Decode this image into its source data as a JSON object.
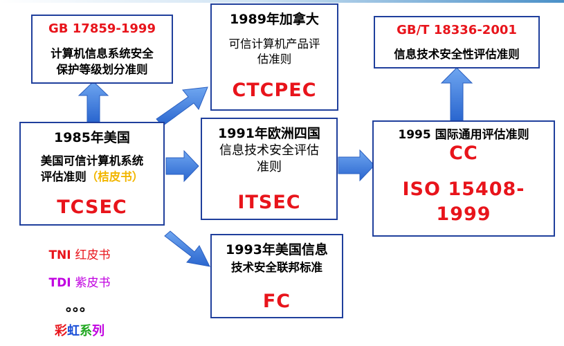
{
  "boxes": {
    "gb17859": {
      "code": "GB 17859-1999",
      "desc_line1": "计算机信息系统安全",
      "desc_line2": "保护等级划分准则"
    },
    "ctcpec": {
      "year": "1989年加拿大",
      "desc_line1": "可信计算机产品评",
      "desc_line2": "估准则",
      "name": "CTCPEC"
    },
    "gbt18336": {
      "code": "GB/T 18336-2001",
      "desc": "信息技术安全性评估准则"
    },
    "tcsec": {
      "year": "1985年美国",
      "desc_line1": "美国可信计算机系统",
      "desc_line2a": "评估准则",
      "desc_line2b": "（桔皮书）",
      "name": "TCSEC"
    },
    "itsec": {
      "year": "1991年欧洲四国",
      "desc_line1": "信息技术安全评估",
      "desc_line2": "准则",
      "name": "ITSEC"
    },
    "cc": {
      "year": "1995 国际通用评估准则",
      "name": "CC",
      "iso_line1": "ISO 15408-",
      "iso_line2": "1999"
    },
    "fc": {
      "year": "1993年美国信息",
      "desc": "技术安全联邦标准",
      "name": "FC"
    }
  },
  "series": {
    "tni": {
      "code": "TNI",
      "label": "红皮书"
    },
    "tdi": {
      "code": "TDI",
      "label": "紫皮书"
    },
    "dots": "。。。",
    "rainbow": {
      "c1": "彩",
      "c2": "虹",
      "c3": "系",
      "c4": "列"
    }
  },
  "colors": {
    "border": "#1f3f9c",
    "arrow_fill": "#3a7de0",
    "red": "#e8141b",
    "orange": "#f2b600",
    "purple": "#c000e0",
    "green": "#22a822",
    "blue": "#1a4fd8"
  },
  "icons": [
    "arrow-up-icon",
    "arrow-diagonal-up-icon",
    "arrow-right-icon",
    "arrow-diagonal-down-icon"
  ]
}
